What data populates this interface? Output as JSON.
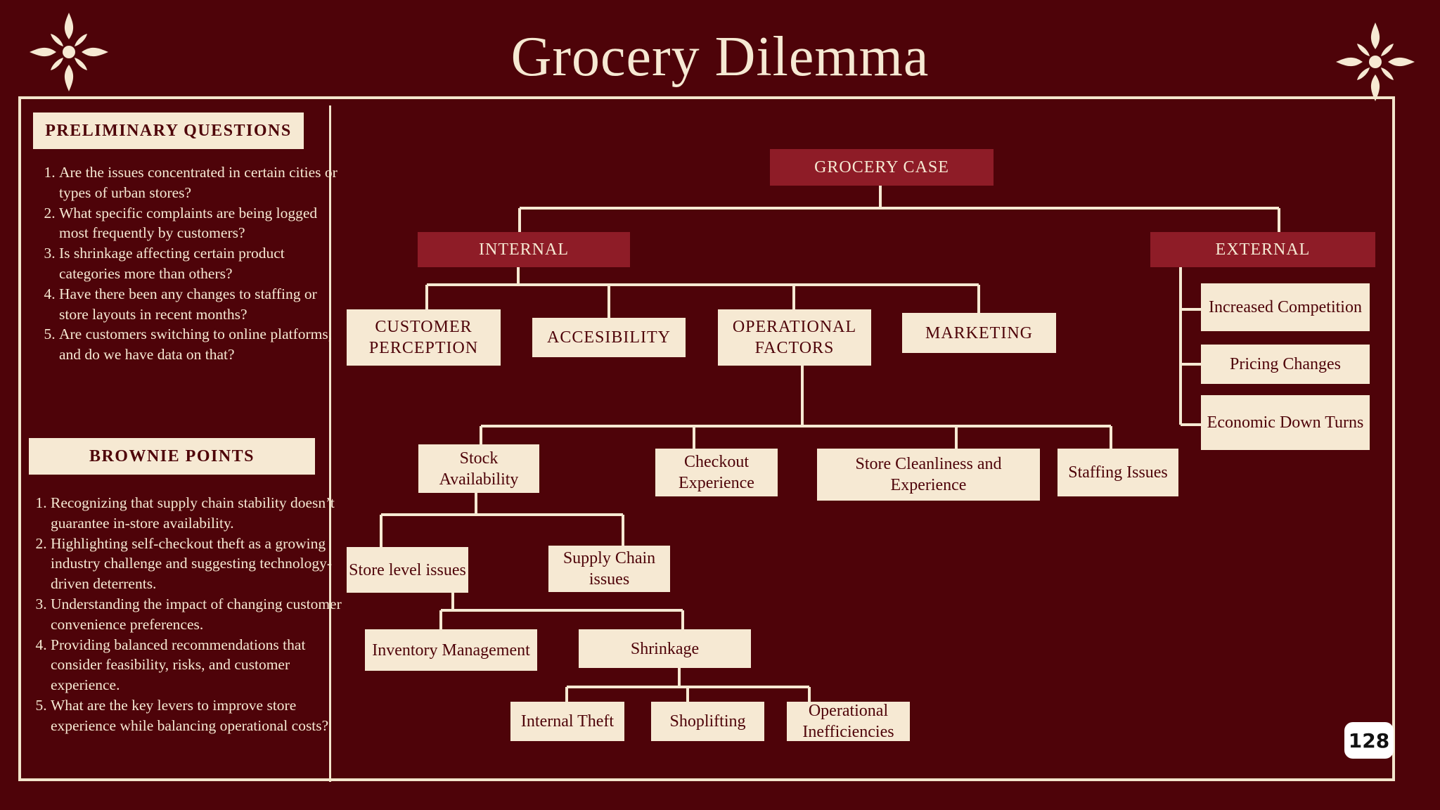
{
  "title": "Grocery Dilemma",
  "page_number": "128",
  "colors": {
    "background": "#4e0309",
    "cream": "#f6e9d3",
    "header_red": "#8e1c27"
  },
  "sidebar": {
    "preliminary": {
      "heading": "PRELIMINARY QUESTIONS",
      "items": [
        "Are the issues concentrated in certain cities or types of urban stores?",
        "What specific complaints are being logged most frequently by customers?",
        "Is shrinkage affecting certain product categories more than others?",
        "Have there been any changes to staffing or store layouts in recent months?",
        "Are customers switching to online platforms, and do we have data on that?"
      ]
    },
    "brownie": {
      "heading": "BROWNIE POINTS",
      "items": [
        "Recognizing that supply chain stability doesn’t guarantee in-store availability.",
        "Highlighting self-checkout theft as a growing industry challenge and suggesting technology-driven deterrents.",
        "Understanding the impact of changing customer convenience preferences.",
        "Providing balanced recommendations that consider feasibility, risks, and customer experience.",
        "What are the key levers to improve store experience while balancing operational costs?"
      ]
    }
  },
  "tree": {
    "root": "GROCERY CASE",
    "internal": "INTERNAL",
    "external": "EXTERNAL",
    "customer_perception": "CUSTOMER PERCEPTION",
    "accesibility": "ACCESIBILITY",
    "operational_factors": "OPERATIONAL FACTORS",
    "marketing": "MARKETING",
    "increased_competition": "Increased Competition",
    "pricing_changes": "Pricing Changes",
    "economic_down_turns": "Economic Down Turns",
    "stock_availability": "Stock Availability",
    "checkout_experience": "Checkout Experience",
    "store_cleanliness": "Store Cleanliness and Experience",
    "staffing_issues": "Staffing Issues",
    "store_level_issues": "Store level issues",
    "supply_chain_issues": "Supply Chain issues",
    "inventory_management": "Inventory Management",
    "shrinkage": "Shrinkage",
    "internal_theft": "Internal Theft",
    "shoplifting": "Shoplifting",
    "operational_inefficiencies": "Operational Inefficiencies"
  }
}
